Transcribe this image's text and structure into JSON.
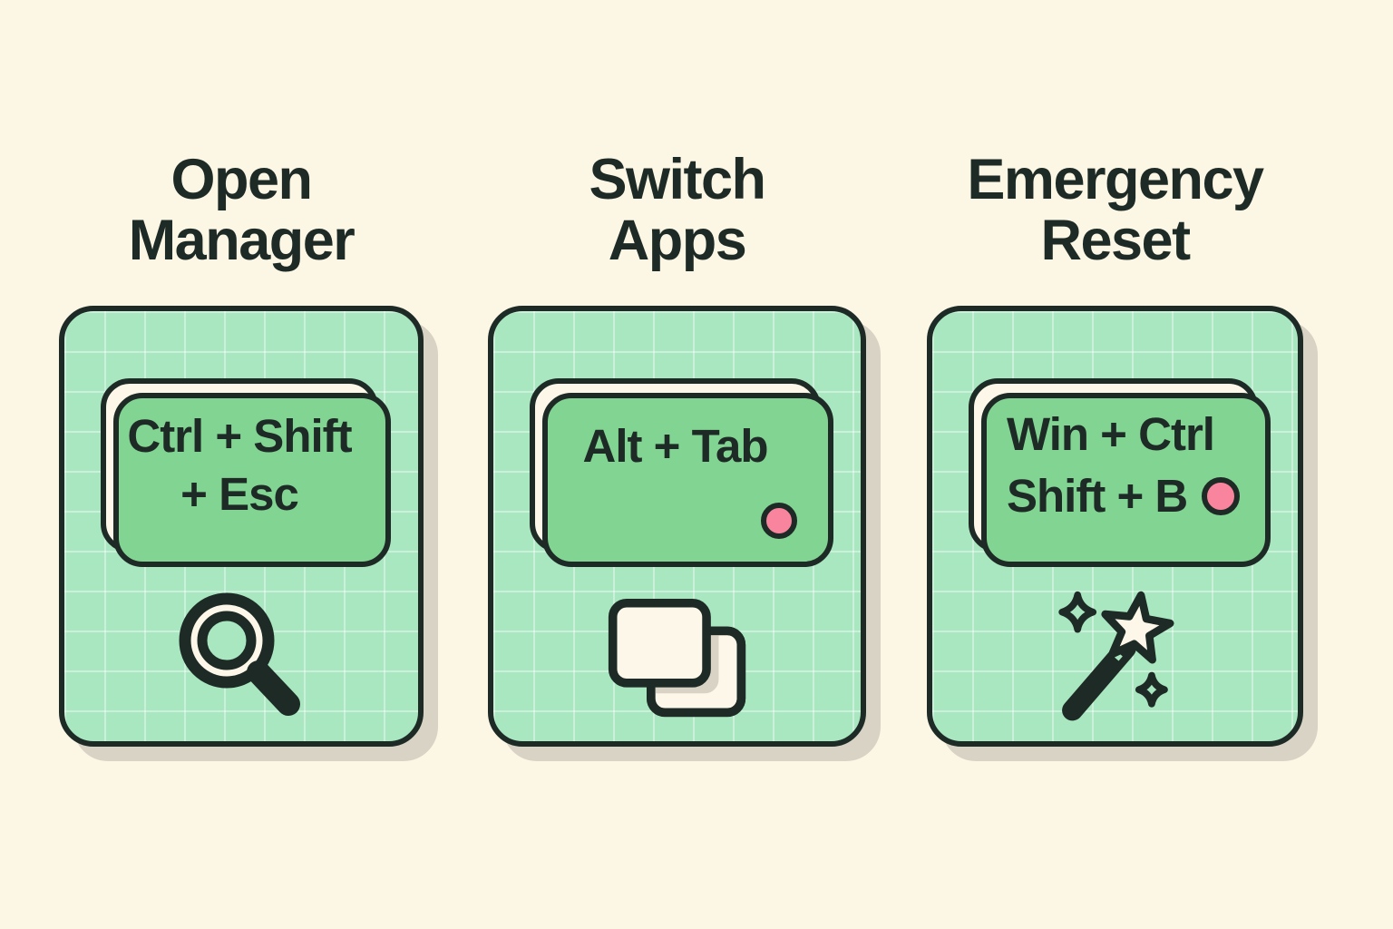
{
  "infographic": {
    "theme": "keyboard-shortcuts",
    "colors": {
      "background": "#fcf6e5",
      "card_green": "#a9e7c1",
      "card_grid_line": "#c9eed3",
      "outline_dark": "#1d2a25",
      "keycap_cream": "#fcf7e8",
      "keycap_shadow_green": "#82d492",
      "drop_shadow_gray": "#d8d3c4",
      "accent_pink": "#f9849e"
    },
    "cards": [
      {
        "title_line1": "Open",
        "title_line2": "Manager",
        "key_line1": "Ctrl + Shift",
        "key_line2": "+ Esc",
        "icon": "magnifier-icon"
      },
      {
        "title_line1": "Switch",
        "title_line2": "Apps",
        "key_line1": "Alt + Tab",
        "icon": "app-windows-icon",
        "has_pink_dot": "corner of keycap"
      },
      {
        "title_line1": "Emergency",
        "title_line2": "Reset",
        "key_line1": "Win + Ctrl",
        "key_line2": "Shift + B",
        "icon": "magic-wand-icon",
        "has_pink_dot": "inline after key text"
      }
    ]
  }
}
